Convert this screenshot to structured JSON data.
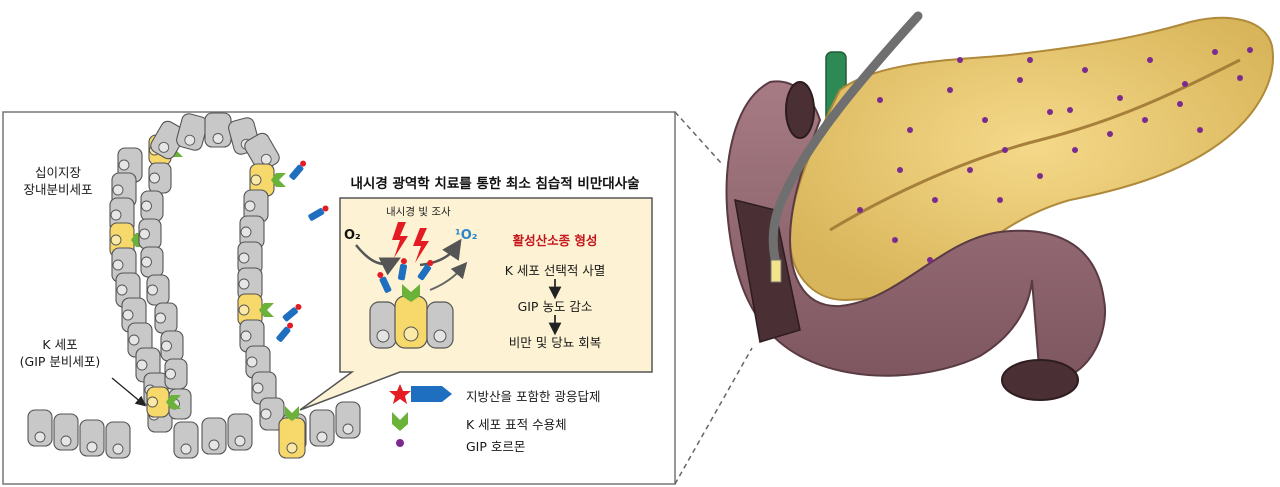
{
  "labels": {
    "duodenum_line1": "십이지장",
    "duodenum_line2": "장내분비세포",
    "kcell_line1": "K 세포",
    "kcell_line2": "(GIP 분비세포)"
  },
  "inset": {
    "title": "내시경 광역학 치료를 통한 최소 침습적 비만대사술",
    "illumination": "내시경 빛 조사",
    "oxygen": "O₂",
    "singlet_oxygen": "¹O₂",
    "steps": [
      "활성산소종 형성",
      "K 세포 선택적 사멸",
      "GIP 농도 감소",
      "비만 및 당뇨 회복"
    ]
  },
  "legend": {
    "items": [
      {
        "label": "지방산을 포함한 광응답제",
        "icon": "photosensitizer-icon"
      },
      {
        "label": "K 세포 표적 수용체",
        "icon": "receptor-icon"
      },
      {
        "label": "GIP 호르몬",
        "icon": "gip-hormone-icon"
      }
    ]
  },
  "colors": {
    "kcell": "#f7d86a",
    "cell": "#c8c8c8",
    "highlight": "#c4161c",
    "singlet": "#2a86c9",
    "receptor": "#6ab23a",
    "hormone": "#7a2b8e",
    "photosensitizer_body": "#1f6fc0",
    "photosensitizer_star": "#e31b23",
    "inset_bg": "#fdf3d4"
  }
}
